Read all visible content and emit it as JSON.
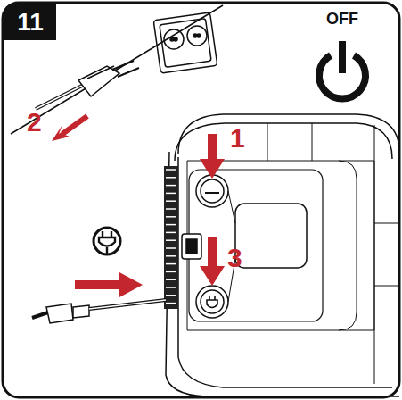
{
  "diagram": {
    "nodes": [
      {
        "text": [
          "11"
        ]
      }
    ],
    "labels": [
      "OFF",
      "1",
      "2",
      "3"
    ]
  }
}
